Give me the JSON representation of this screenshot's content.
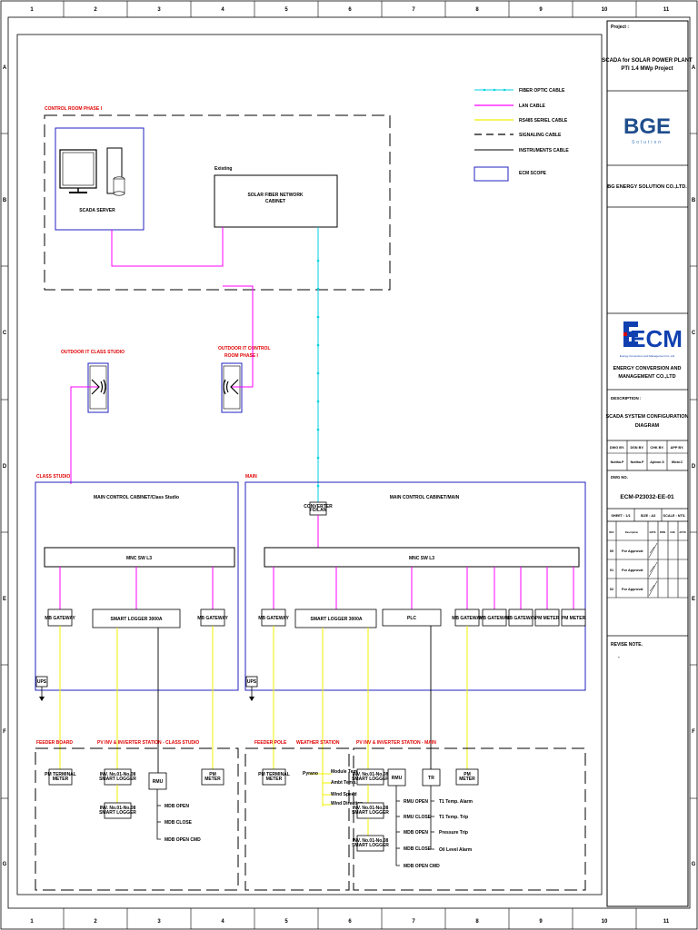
{
  "frame": {
    "col_numbers": [
      "1",
      "2",
      "3",
      "4",
      "5",
      "6",
      "7",
      "8",
      "9",
      "10",
      "11"
    ],
    "row_letters": [
      "A",
      "B",
      "C",
      "D",
      "E",
      "F",
      "G"
    ]
  },
  "legend": {
    "fiber": "FIBER OPTIC CABLE",
    "lan": "LAN CABLE",
    "rs485": "RS485 SERIEL CABLE",
    "signaling": "SIGNALING CABLE",
    "instruments": "INSTRUMENTS CABLE",
    "scope": "ECM SCOPE"
  },
  "colors": {
    "fiber": "#00d0e0",
    "lan": "#ff00ff",
    "rs485": "#f0f000",
    "scope": "#2020c0",
    "label_red": "#e00000",
    "ecm_blue": "#1040a0"
  },
  "control_room": {
    "title": "CONTROL ROOM PHASE I",
    "scada_server": "SCADA SERVER",
    "existing": "Existing",
    "network_cabinet": "SOLAR FIBER NETWORK\nCABINET"
  },
  "cctv": {
    "left_label": "OUTDOOR IT CLASS STUDIO",
    "right_label_1": "OUTDOOR IT CONTROL",
    "right_label_2": "ROOM PHASE I"
  },
  "cabinets": {
    "left_area": "CLASS STUDIO",
    "right_area": "MAIN",
    "left_title": "MAIN CONTROL CABINET/Class Studio",
    "right_title": "MAIN CONTROL CABINET/MAIN",
    "converter": "CONVERTER\nFO/LAN",
    "switch_left": "MNC SW L3",
    "switch_right": "MNC SW L3",
    "left_devices": [
      "MB GATEWAY",
      "SMART LOGGER 3000A",
      "MB GATEWAY"
    ],
    "right_devices": [
      "MB GATEWAY",
      "SMART LOGGER 3000A",
      "PLC",
      "MB GATEWAY",
      "MB GATEWAY",
      "MB GATEWAY",
      "PM METER",
      "PM METER"
    ],
    "ups": "UPS"
  },
  "field": {
    "left_labels": [
      "FEEDER BOARD",
      "PV INV & INVERTER STATION - CLASS STUDIO"
    ],
    "right_labels": [
      "FEEDER POLE",
      "WEATHER STATION",
      "PV INV & INVERTER STATION - MAIN"
    ],
    "meter": "PM TERMINAL METER",
    "inverter": "INV. No.01-No.08 SMART LOGGER",
    "rmu": "RMU",
    "pm": "PM METER",
    "tr": "TR",
    "weather_items": [
      "Pyrano",
      "Module Temp.",
      "Ambt Temp.",
      "Wind Speed",
      "Wind Direction"
    ],
    "left_signals": [
      "MDB OPEN",
      "MDB CLOSE",
      "MDB OPEN CMD"
    ],
    "right_signals": [
      "RMU OPEN",
      "RMU CLOSE",
      "MDB OPEN",
      "MDB CLOSE",
      "MDB OPEN CMD"
    ],
    "right_alarms": [
      "T1 Temp. Alarm",
      "T1 Temp. Trip",
      "Pressure Trip",
      "Oil Level Alarm"
    ]
  },
  "title_block": {
    "project_label": "Project :",
    "project_1": "SCADA for SOLAR POWER PLANT",
    "project_2": "PTI 1.4 MWp Project",
    "bge_logo": "BGE",
    "bge_sub": "Solution",
    "bge_company": "BG ENERGY SOLUTION CO.,LTD.",
    "ecm_logo": "ECM",
    "ecm_tag": "Energy Conversion and Management Co.,Ltd",
    "ecm_company_1": "ENERGY CONVERSION AND",
    "ecm_company_2": "MANAGEMENT CO.,LTD",
    "description_label": "DESCRIPTION :",
    "description_1": "SCADA SYSTEM CONFIGURATION",
    "description_2": "DIAGRAM",
    "role_headers": [
      "DWG BY.",
      "DSN BY.",
      "CHK BY.",
      "APP BY."
    ],
    "role_names": [
      "Nuttha.P",
      "Nuttha.P",
      "Apivon.S",
      "Wirat.C"
    ],
    "dwg_no_label": "DWG NO.",
    "dwg_no": "ECM-P23032-EE-01",
    "sheet": "SHEET : 1/1",
    "size": "SIZE : A3",
    "scale": "SCALE : NTS.",
    "rev_headers": [
      "REV",
      "Description",
      "DATE",
      "DRW",
      "CHK",
      "APVD"
    ],
    "revisions": [
      {
        "rev": "00",
        "desc": "For Approval"
      },
      {
        "rev": "01",
        "desc": "For Approval"
      },
      {
        "rev": "02",
        "desc": "For Approval"
      }
    ],
    "revise_note": "REVISE NOTE.",
    "revise_dash": "-"
  }
}
